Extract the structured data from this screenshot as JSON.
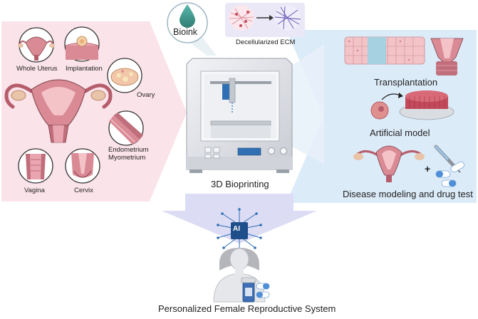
{
  "left_panel": {
    "labels": {
      "whole_uterus": "Whole Uterus",
      "implantation": "Implantation",
      "ovary": "Ovary",
      "endometrium": "Endometrium",
      "myometrium": "Myometrium",
      "vagina": "Vagina",
      "cervix": "Cervix"
    }
  },
  "top": {
    "bioink": "Bioink",
    "decellularized_ecm": "Decellularized ECM"
  },
  "center": {
    "printer_label": "3D Bioprinting",
    "ai_chip_text": "AI"
  },
  "right_panel": {
    "transplantation": "Transplantation",
    "artificial_model": "Artificial model",
    "disease_modeling": "Disease modeling and drug test",
    "plus": "+"
  },
  "bottom": {
    "title": "Personalized Female Reproductive System"
  },
  "colors": {
    "left_panel_bg": "#fbe3ea",
    "right_panel_bg": "#dcebf8",
    "arrow_bg": "#dcdcf5",
    "tissue_pink": "#d98a94",
    "tissue_dark": "#b55d6b",
    "printer_body": "#e6e8ec",
    "bioink_teal": "#3f9a8f"
  }
}
